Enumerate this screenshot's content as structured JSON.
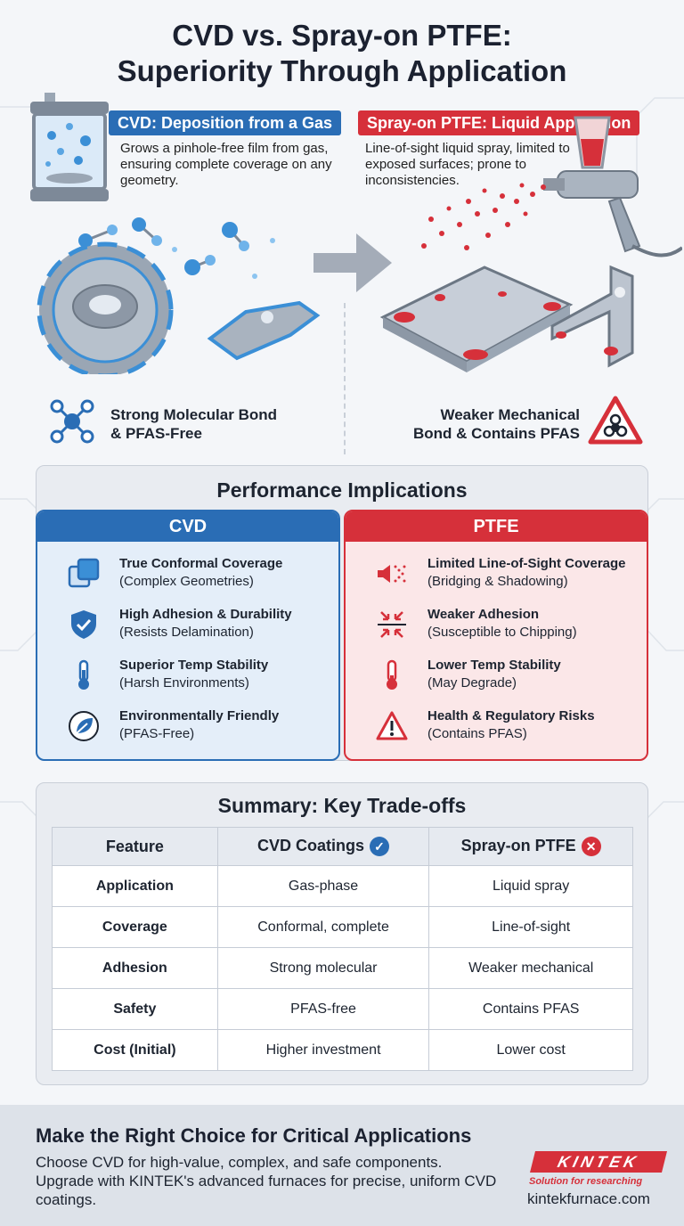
{
  "title_line1": "CVD vs. Spray-on PTFE:",
  "title_line2": "Superiority Through Application",
  "cvd": {
    "tag": "CVD: Deposition from a Gas",
    "desc": "Grows a pinhole-free film from gas, ensuring complete coverage on any geometry.",
    "bond_line1": "Strong Molecular Bond",
    "bond_line2": "& PFAS-Free"
  },
  "ptfe": {
    "tag": "Spray-on PTFE: Liquid Application",
    "desc": "Line-of-sight liquid spray, limited to exposed surfaces; prone to inconsistencies.",
    "bond_line1": "Weaker Mechanical",
    "bond_line2": "Bond & Contains PFAS"
  },
  "performance": {
    "title": "Performance Implications",
    "cvd_head": "CVD",
    "ptfe_head": "PTFE",
    "cvd_items": [
      {
        "t1": "True Conformal Coverage",
        "t2": "(Complex Geometries)",
        "icon": "layers-icon"
      },
      {
        "t1": "High Adhesion & Durability",
        "t2": "(Resists Delamination)",
        "icon": "shield-check-icon"
      },
      {
        "t1": "Superior Temp Stability",
        "t2": "(Harsh Environments)",
        "icon": "thermometer-icon"
      },
      {
        "t1": "Environmentally Friendly",
        "t2": "(PFAS-Free)",
        "icon": "leaf-icon"
      }
    ],
    "ptfe_items": [
      {
        "t1": "Limited Line-of-Sight Coverage",
        "t2": "(Bridging & Shadowing)",
        "icon": "spray-icon"
      },
      {
        "t1": "Weaker Adhesion",
        "t2": "(Susceptible to Chipping)",
        "icon": "arrows-in-icon"
      },
      {
        "t1": "Lower Temp Stability",
        "t2": "(May Degrade)",
        "icon": "thermometer-icon"
      },
      {
        "t1": "Health & Regulatory Risks",
        "t2": "(Contains PFAS)",
        "icon": "warning-icon"
      }
    ]
  },
  "summary": {
    "title": "Summary: Key Trade-offs",
    "headers": [
      "Feature",
      "CVD Coatings",
      "Spray-on PTFE"
    ],
    "rows": [
      [
        "Application",
        "Gas-phase",
        "Liquid spray"
      ],
      [
        "Coverage",
        "Conformal, complete",
        "Line-of-sight"
      ],
      [
        "Adhesion",
        "Strong molecular",
        "Weaker mechanical"
      ],
      [
        "Safety",
        "PFAS-free",
        "Contains PFAS"
      ],
      [
        "Cost (Initial)",
        "Higher investment",
        "Lower cost"
      ]
    ]
  },
  "footer": {
    "title": "Make the Right Choice for Critical Applications",
    "text": "Choose CVD for high-value, complex, and safe components. Upgrade with KINTEK's advanced furnaces for precise, uniform CVD coatings.",
    "logo": "KINTEK",
    "slogan": "Solution for researching",
    "site": "kintekfurnace.com"
  },
  "colors": {
    "cvd_blue": "#2a6db5",
    "ptfe_red": "#d6303a"
  }
}
